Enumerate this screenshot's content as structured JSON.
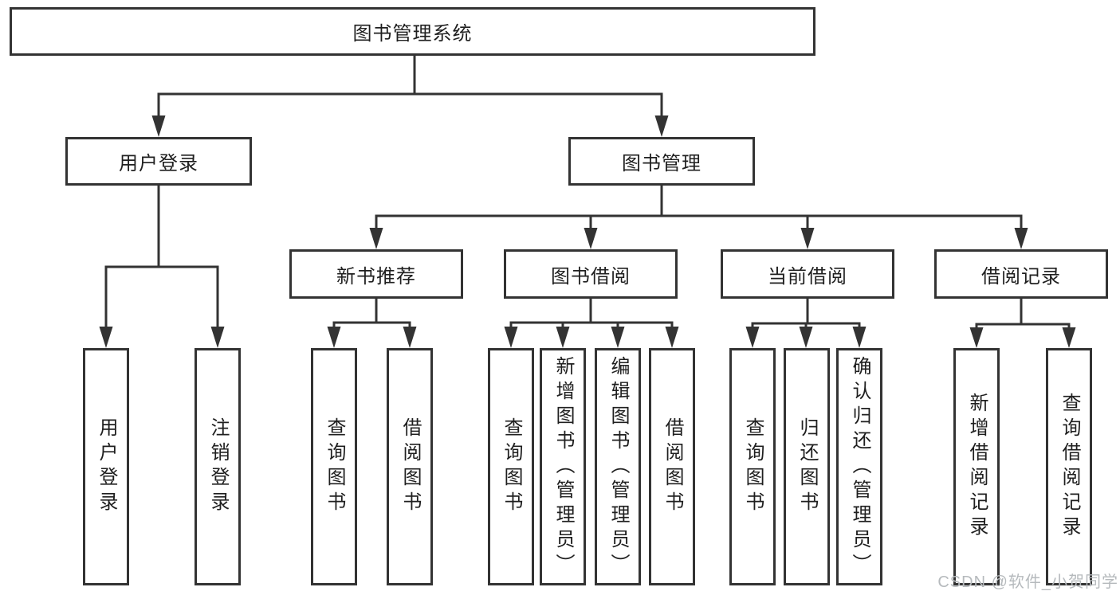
{
  "diagram": {
    "root": {
      "label": "图书管理系统"
    },
    "branches": [
      {
        "label": "用户登录",
        "children": [
          {
            "label": "用户登录"
          },
          {
            "label": "注销登录"
          }
        ]
      },
      {
        "label": "图书管理",
        "children": [
          {
            "label": "新书推荐",
            "children": [
              {
                "label": "查询图书"
              },
              {
                "label": "借阅图书"
              }
            ]
          },
          {
            "label": "图书借阅",
            "children": [
              {
                "label": "查询图书"
              },
              {
                "label": "新增图书（管理员）"
              },
              {
                "label": "编辑图书（管理员）"
              },
              {
                "label": "借阅图书"
              }
            ]
          },
          {
            "label": "当前借阅",
            "children": [
              {
                "label": "查询图书"
              },
              {
                "label": "归还图书"
              },
              {
                "label": "确认归还（管理员）"
              }
            ]
          },
          {
            "label": "借阅记录",
            "children": [
              {
                "label": "新增借阅记录"
              },
              {
                "label": "查询借阅记录"
              }
            ]
          }
        ]
      }
    ]
  },
  "watermark": {
    "text": "CSDN @软件_小贺同学"
  },
  "colors": {
    "line": "#333333",
    "box_border": "#333333",
    "text": "#1f1f1f",
    "watermark": "#b6babd",
    "background": "#ffffff"
  }
}
